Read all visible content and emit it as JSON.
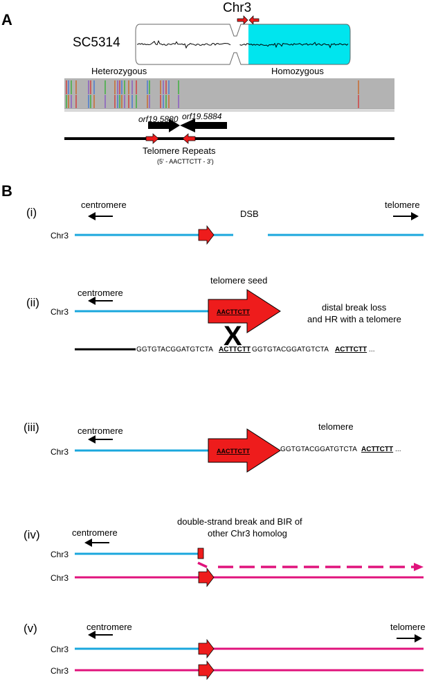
{
  "colors": {
    "chr_blue": "#1aa7dd",
    "chr_magenta": "#e0137c",
    "red": "#ee1c1c",
    "cyan": "#00e5ee",
    "gray": "#b3b3b3"
  },
  "panel_a": {
    "label": "A",
    "chr_title": "Chr3",
    "strain": "SC5314",
    "heterozygous": "Heterozygous",
    "homozygous": "Homozygous",
    "gene1": "orf19.5880",
    "gene2": "orf19.5884",
    "telomere_repeats": "Telomere Repeats",
    "repeat_seq": "(5' - AACTTCTT - 3')"
  },
  "panel_b": {
    "label": "B",
    "step1": {
      "numeral": "(i)",
      "centromere": "centromere",
      "telomere": "telomere",
      "dsb": "DSB",
      "chr": "Chr3"
    },
    "step2": {
      "numeral": "(ii)",
      "centromere": "centromere",
      "seed_title": "telomere seed",
      "arrow_seq": "AACTTCTT",
      "chr": "Chr3",
      "note1": "distal break loss",
      "note2": "and HR with a telomere",
      "cross": "X",
      "seq_a": "GGTGTACGGATGTCTA",
      "seq_b": "ACTTCTT",
      "seq_c": "GGTGTACGGATGTCTA",
      "seq_d": "ACTTCTT",
      "seq_end": "..."
    },
    "step3": {
      "numeral": "(iii)",
      "centromere": "centromere",
      "telomere": "telomere",
      "arrow_seq": "AACTTCTT",
      "chr": "Chr3",
      "seq_a": "GGTGTACGGATGTCTA",
      "seq_b": "ACTTCTT",
      "seq_end": "..."
    },
    "step4": {
      "numeral": "(iv)",
      "centromere": "centromere",
      "note1": "double-strand break and BIR of",
      "note2": "other Chr3 homolog",
      "chr_top": "Chr3",
      "chr_bottom": "Chr3"
    },
    "step5": {
      "numeral": "(v)",
      "centromere": "centromere",
      "telomere": "telomere",
      "chr_top": "Chr3",
      "chr_bottom": "Chr3"
    }
  }
}
